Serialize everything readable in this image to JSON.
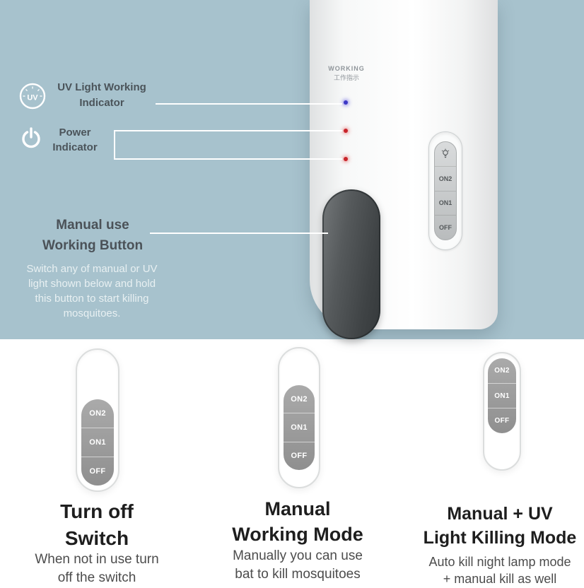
{
  "colors": {
    "top_bg": "#a7c2cd",
    "uv_indicator_dot": "#3c38c6",
    "power_indicator_dot": "#c8242a",
    "heading_text": "#1e1e1e",
    "annotation_text": "#4b545a"
  },
  "icons": {
    "uv": "uv-circle-icon",
    "uv_text": "UV",
    "power": "power-symbol-icon",
    "bulb": "bulb-icon"
  },
  "top": {
    "uv_label": "UV Light Working\nIndicator",
    "power_label": "Power\nIndicator",
    "manual_title": "Manual use\nWorking Button",
    "manual_desc": "Switch any of manual or UV\nlight shown below and hold\nthis button to start killing\nmosquitoes.",
    "device": {
      "working_en": "WORKING",
      "working_zh": "工作指示"
    }
  },
  "switch_labels": [
    "ON2",
    "ON1",
    "OFF"
  ],
  "modes": [
    {
      "title": "Turn off\nSwitch",
      "desc": "When not in use turn\noff the switch",
      "state": "OFF"
    },
    {
      "title": "Manual\nWorking Mode",
      "desc": "Manually you can use\nbat to kill mosquitoes",
      "state": "ON1"
    },
    {
      "title": "Manual + UV\nLight Killing Mode",
      "desc": "Auto kill night lamp mode\n+ manual kill as well",
      "state": "ON2"
    }
  ]
}
